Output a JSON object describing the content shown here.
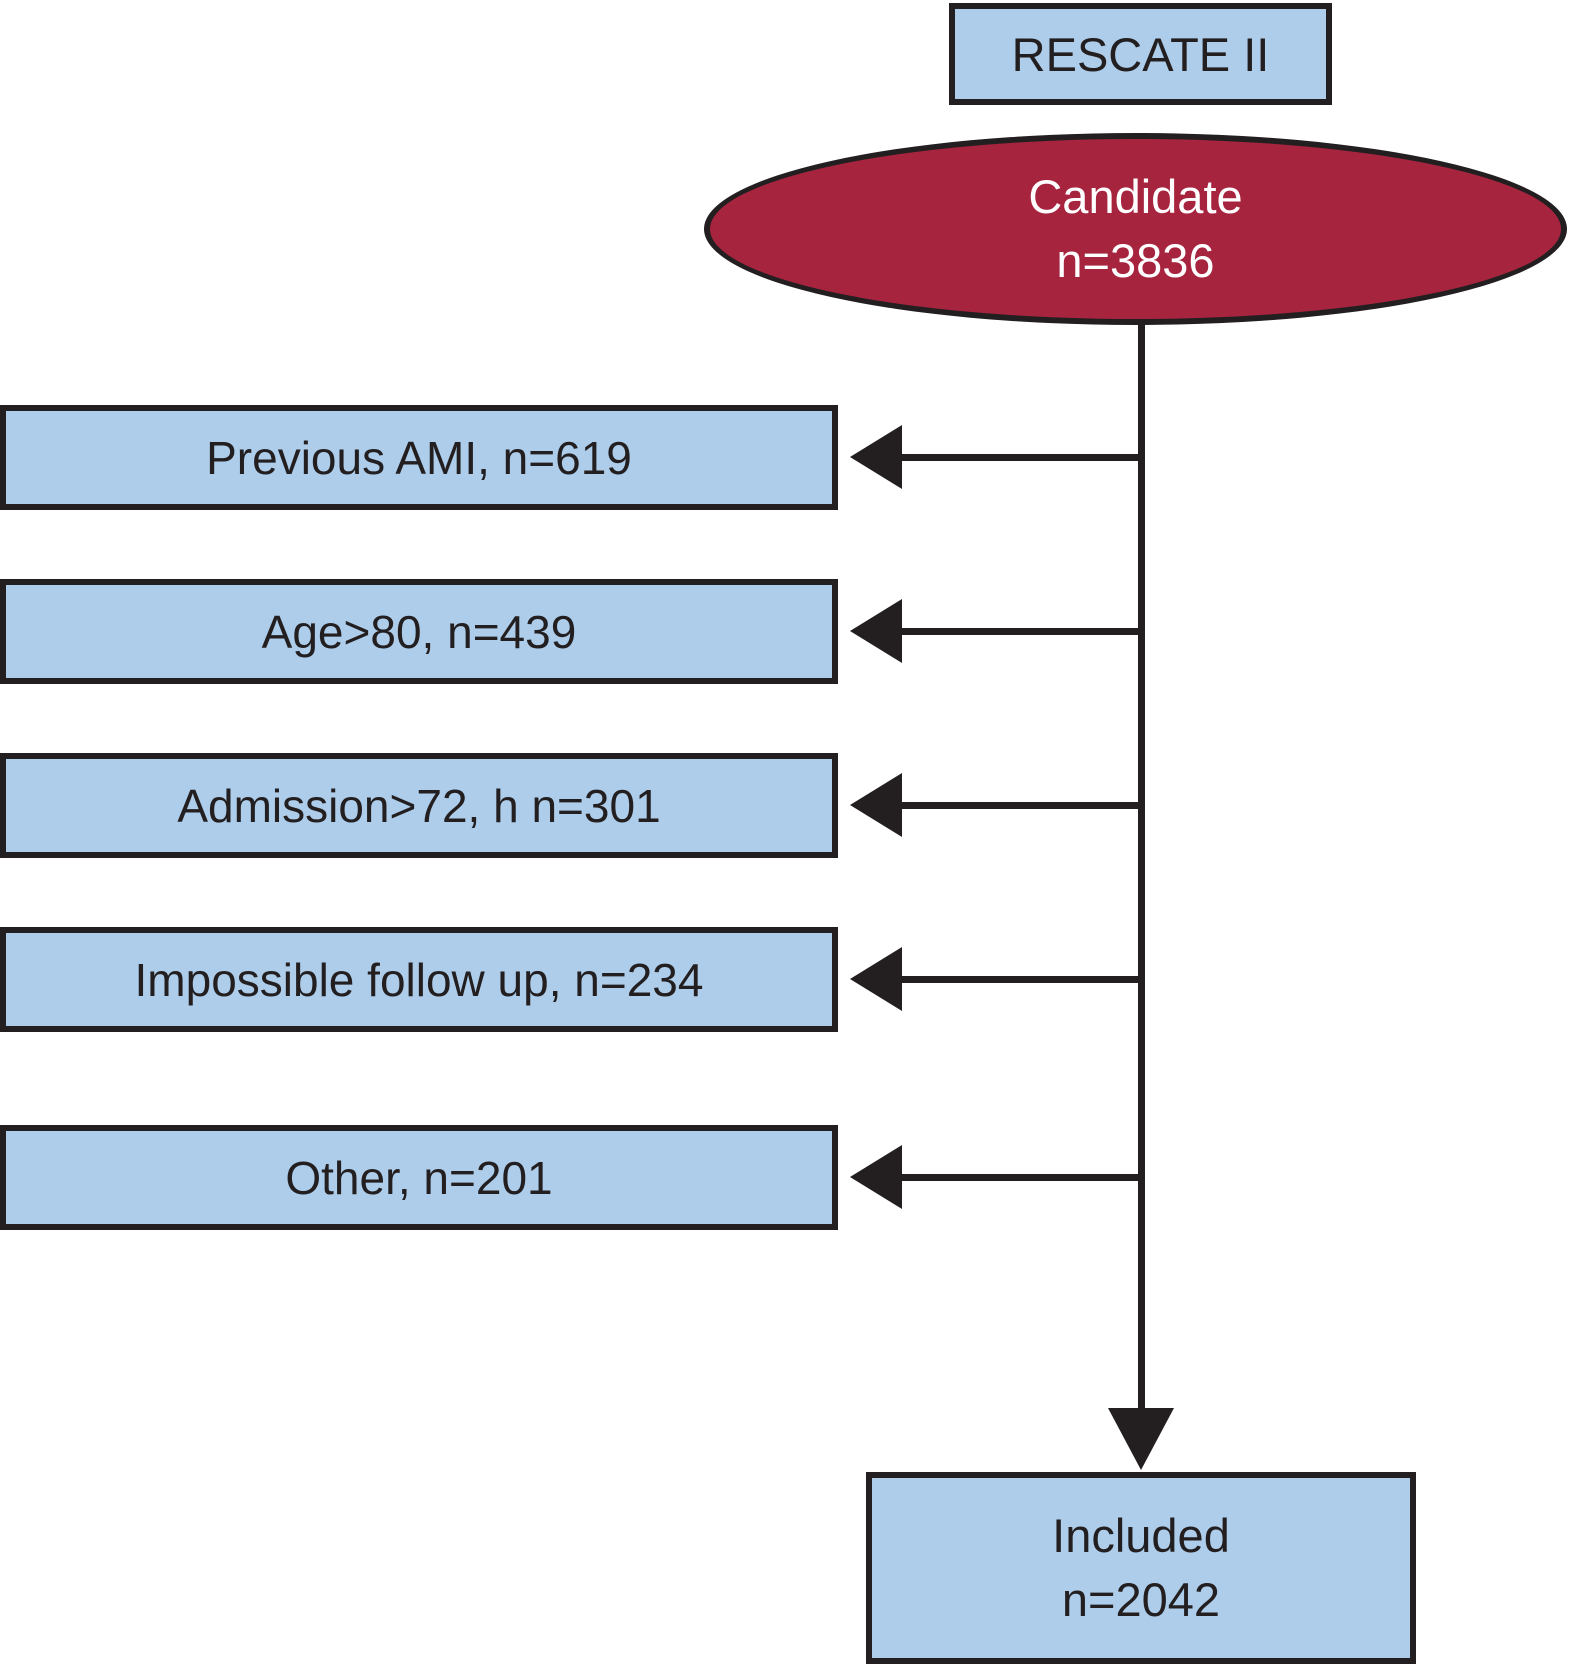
{
  "diagram": {
    "title": "RESCATE II",
    "candidate": {
      "label": "Candidate",
      "count_label": "n=3836",
      "n": 3836
    },
    "exclusions": [
      {
        "label": "Previous AMI, n=619",
        "n": 619
      },
      {
        "label": "Age>80, n=439",
        "n": 439
      },
      {
        "label": "Admission>72, h n=301",
        "n": 301
      },
      {
        "label": "Impossible follow up, n=234",
        "n": 234
      },
      {
        "label": "Other, n=201",
        "n": 201
      }
    ],
    "included": {
      "label": "Included",
      "count_label": "n=2042",
      "n": 2042
    },
    "colors": {
      "box_fill": "#ADCDEA",
      "ellipse_fill": "#A7243F",
      "line": "#231F20",
      "text_dark": "#231F20",
      "text_light": "#FFFFFF"
    }
  }
}
